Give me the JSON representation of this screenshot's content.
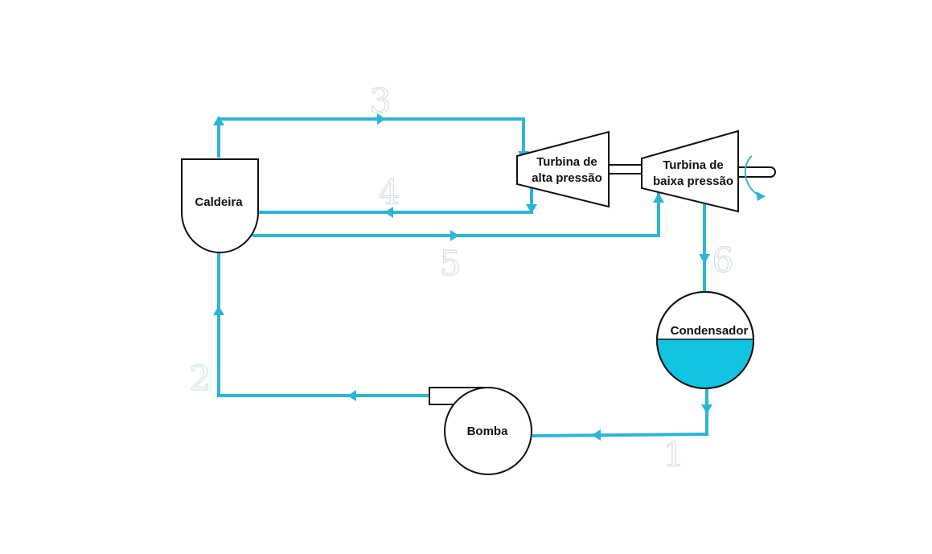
{
  "colors": {
    "pipe": "#2bb5d8",
    "water": "#10c3e0",
    "outline": "#111111"
  },
  "components": {
    "boiler": "Caldeira",
    "hp_turbine_line1": "Turbina de",
    "hp_turbine_line2": "alta pressão",
    "lp_turbine_line1": "Turbina de",
    "lp_turbine_line2": "baixa pressão",
    "condenser": "Condensador",
    "pump": "Bomba"
  },
  "states": {
    "s1": "1",
    "s2": "2",
    "s3": "3",
    "s4": "4",
    "s5": "5",
    "s6": "6"
  }
}
